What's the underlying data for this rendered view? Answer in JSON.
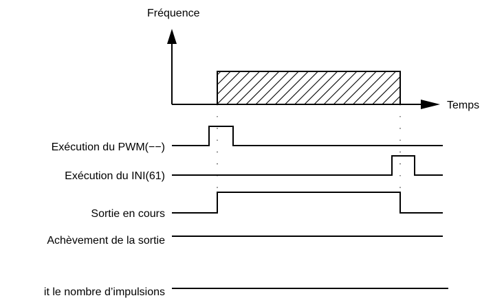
{
  "axes": {
    "y_label": "Fréquence",
    "x_label": "Temps"
  },
  "signals": [
    {
      "label": "Exécution du PWM(−−)"
    },
    {
      "label": "Exécution du INI(61)"
    },
    {
      "label": "Sortie en cours"
    },
    {
      "label": "Achèvement de la sortie"
    },
    {
      "label": "it le nombre d’impulsions"
    }
  ]
}
